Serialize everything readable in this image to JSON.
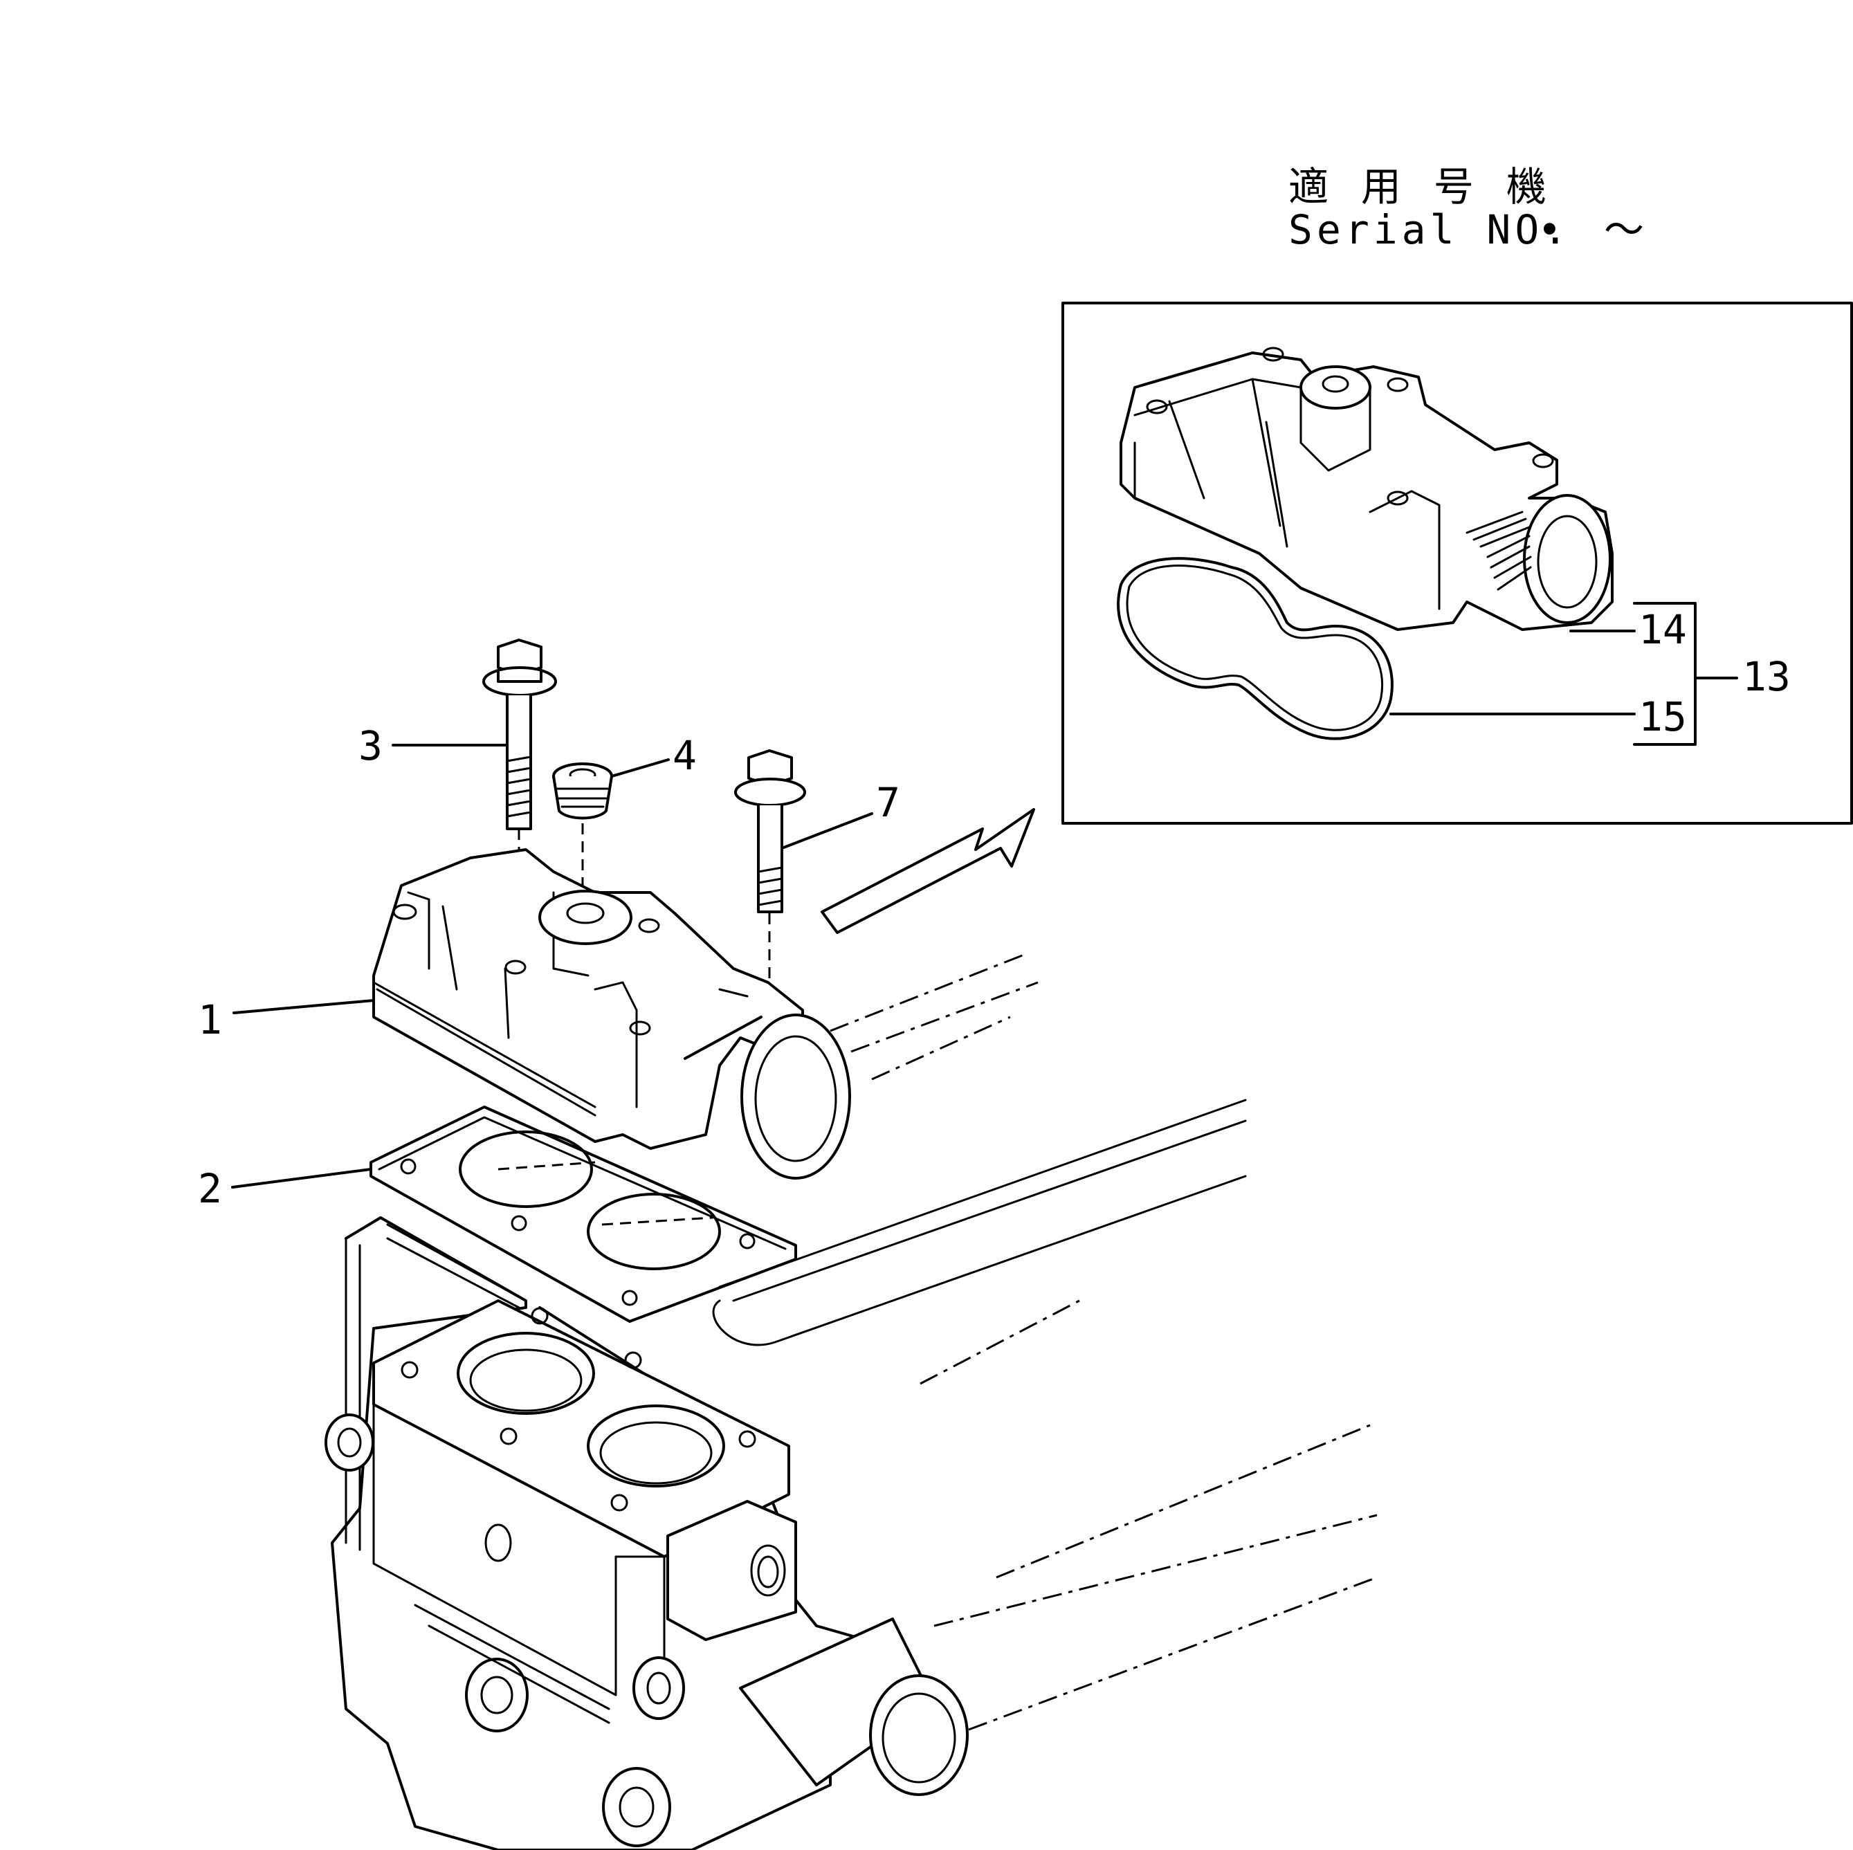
{
  "header": {
    "applicable_label": "適 用 号 機",
    "serial_label": "Serial NO.",
    "serial_range_sep": "•",
    "serial_range_tilde": "～"
  },
  "callouts": {
    "p1": "1",
    "p2": "2",
    "p3": "3",
    "p4": "4",
    "p7": "7",
    "p13": "13",
    "p14": "14",
    "p15": "15"
  },
  "icons": {
    "arrow": "detail-arrow-icon"
  }
}
